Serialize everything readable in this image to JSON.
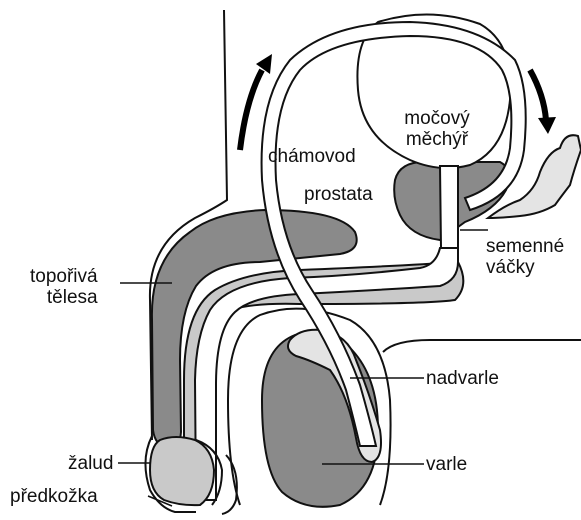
{
  "labels": {
    "mocovy_mechyr": [
      "močový",
      "měchýř"
    ],
    "chamovod": "chámovod",
    "prostata": "prostata",
    "semenne_vacky": [
      "semenné",
      "váčky"
    ],
    "toporiva_telesa": [
      "topořivá",
      "tělesa"
    ],
    "nadvarle": "nadvarle",
    "zalud": "žalud",
    "varle": "varle",
    "predkozka": "předkožka"
  },
  "colors": {
    "outline": "#111111",
    "dark_gray": "#8a8a8a",
    "light_gray": "#c9c9c9",
    "lighter_gray": "#e4e4e4",
    "white": "#ffffff"
  }
}
